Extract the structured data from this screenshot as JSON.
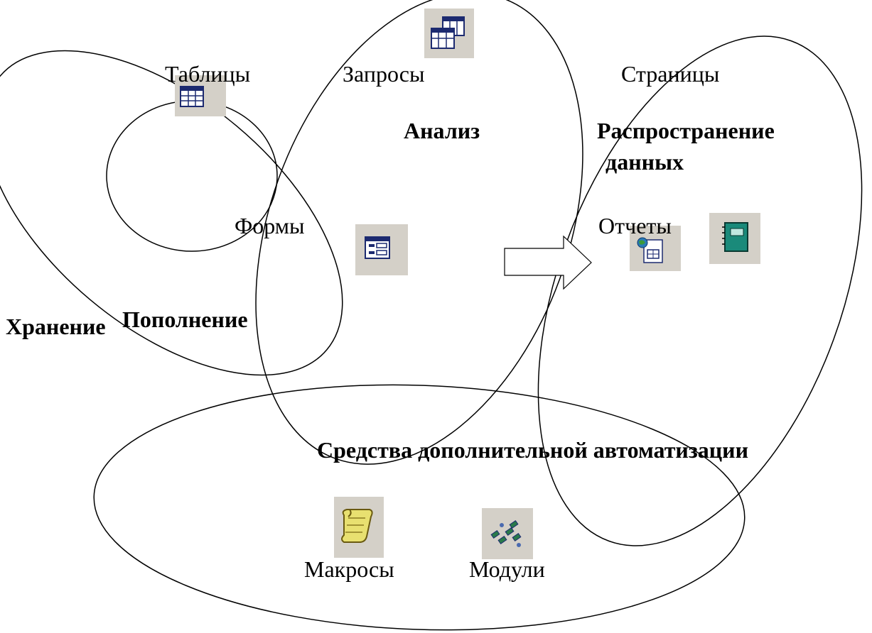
{
  "diagram": {
    "labels": {
      "tables": "Таблицы",
      "queries": "Запросы",
      "pages": "Страницы",
      "analysis": "Анализ",
      "distribution": "Распространение",
      "distribution_line2": "данных",
      "forms": "Формы",
      "reports": "Отчеты",
      "storage": "Хранение",
      "replenishment": "Пополнение",
      "automation": "Средства дополнительной автоматизации",
      "macros": "Макросы",
      "modules": "Модули"
    },
    "icons": [
      "table-icon",
      "query-icon",
      "form-icon",
      "page-icon",
      "report-icon",
      "macro-icon",
      "module-icon"
    ],
    "colors": {
      "stroke": "#000000",
      "icon_bg": "#d4d0c8",
      "report_teal": "#1a8a7a",
      "macro_yellow": "#e8e070",
      "navy": "#1c2a70"
    }
  }
}
